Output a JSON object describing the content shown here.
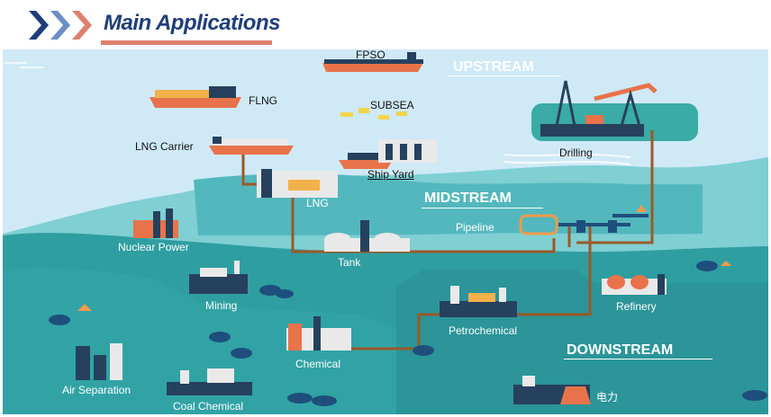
{
  "header": {
    "title": "Main Applications"
  },
  "stages": {
    "upstream": "UPSTREAM",
    "midstream": "MIDSTREAM",
    "downstream": "DOWNSTREAM"
  },
  "labels": {
    "fpso": "FPSO",
    "flng": "FLNG",
    "subsea": "SUBSEA",
    "lng_carrier": "LNG Carrier",
    "ship_yard": "Ship Yard",
    "drilling": "Drilling",
    "lng": "LNG",
    "nuclear_power": "Nuclear Power",
    "pipeline": "Pipeline",
    "tank": "Tank",
    "mining": "Mining",
    "refinery": "Refinery",
    "petrochemical": "Petrochemical",
    "chemical": "Chemical",
    "air_separation": "Air Separation",
    "coal_chemical": "Coal Chemical",
    "power": "电力"
  },
  "colors": {
    "title": "#1f3e7a",
    "accent": "#e0806f",
    "sky": "#cfe9f7",
    "sea_mid": "#58bcc1",
    "land": "#2f9ea1",
    "pipe": "#9a5a26",
    "orange": "#f29a4a"
  }
}
